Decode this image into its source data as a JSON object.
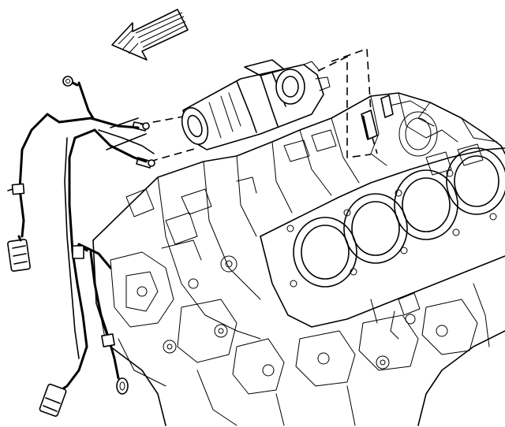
{
  "diagram": {
    "parts": [
      "direction-arrow-icon",
      "engine-block",
      "cylinder-bores",
      "starter-motor",
      "wiring-harness",
      "harness-connectors",
      "ring-terminals",
      "mounting-bolts"
    ]
  }
}
